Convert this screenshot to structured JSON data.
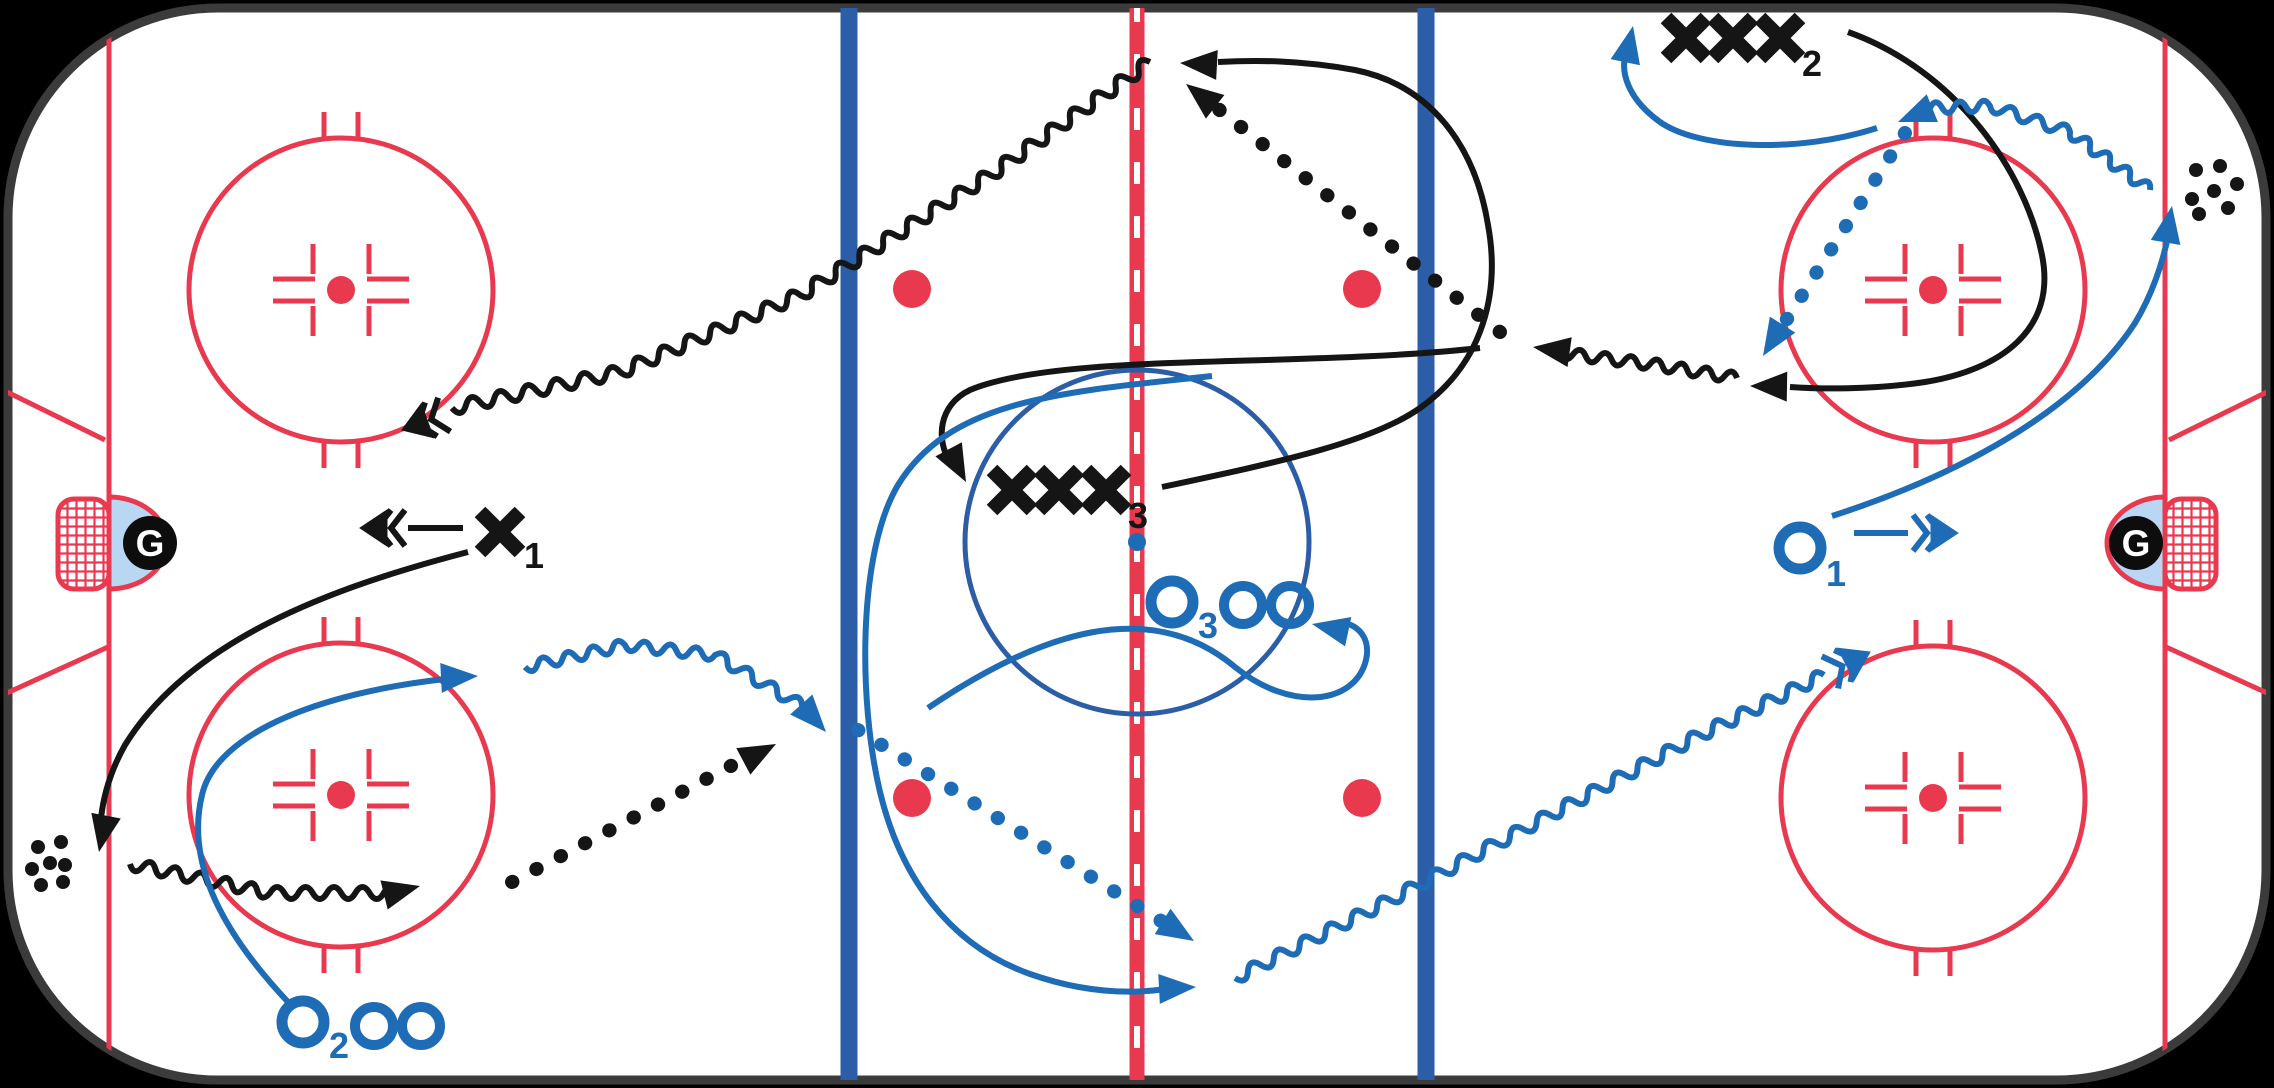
{
  "diagram": {
    "title": "hockey-rink-drill-diagram",
    "goalie_label": "G",
    "players": {
      "x1": {
        "symbol": "X",
        "subscript": "1"
      },
      "xxx2": {
        "symbol": "XXX",
        "subscript": "2",
        "count": 3
      },
      "xxx3": {
        "symbol": "XXX",
        "subscript": "3",
        "count": 3
      },
      "o1": {
        "symbol": "O",
        "subscript": "1"
      },
      "o2_line": {
        "symbol": "O",
        "subscript": "2",
        "extra_circles": 2
      },
      "o3_line": {
        "symbol": "O",
        "subscript": "3",
        "extra_circles": 2
      }
    },
    "pucks": {
      "bottom_left_count": 7,
      "top_right_count": 7
    },
    "notation": {
      "wavy_line": "skate-with-puck",
      "dotted_line": "pass",
      "solid_arrow": "skate",
      "triple_chevron": "backward-skate"
    },
    "colors": {
      "red": "#e8394f",
      "blue": "#1e6cb5",
      "blue_line": "#2b5ea7",
      "black": "#151515",
      "crease": "#b9d6f2",
      "boards": "#3b3b3b",
      "background": "#000000",
      "ice": "#ffffff"
    }
  }
}
